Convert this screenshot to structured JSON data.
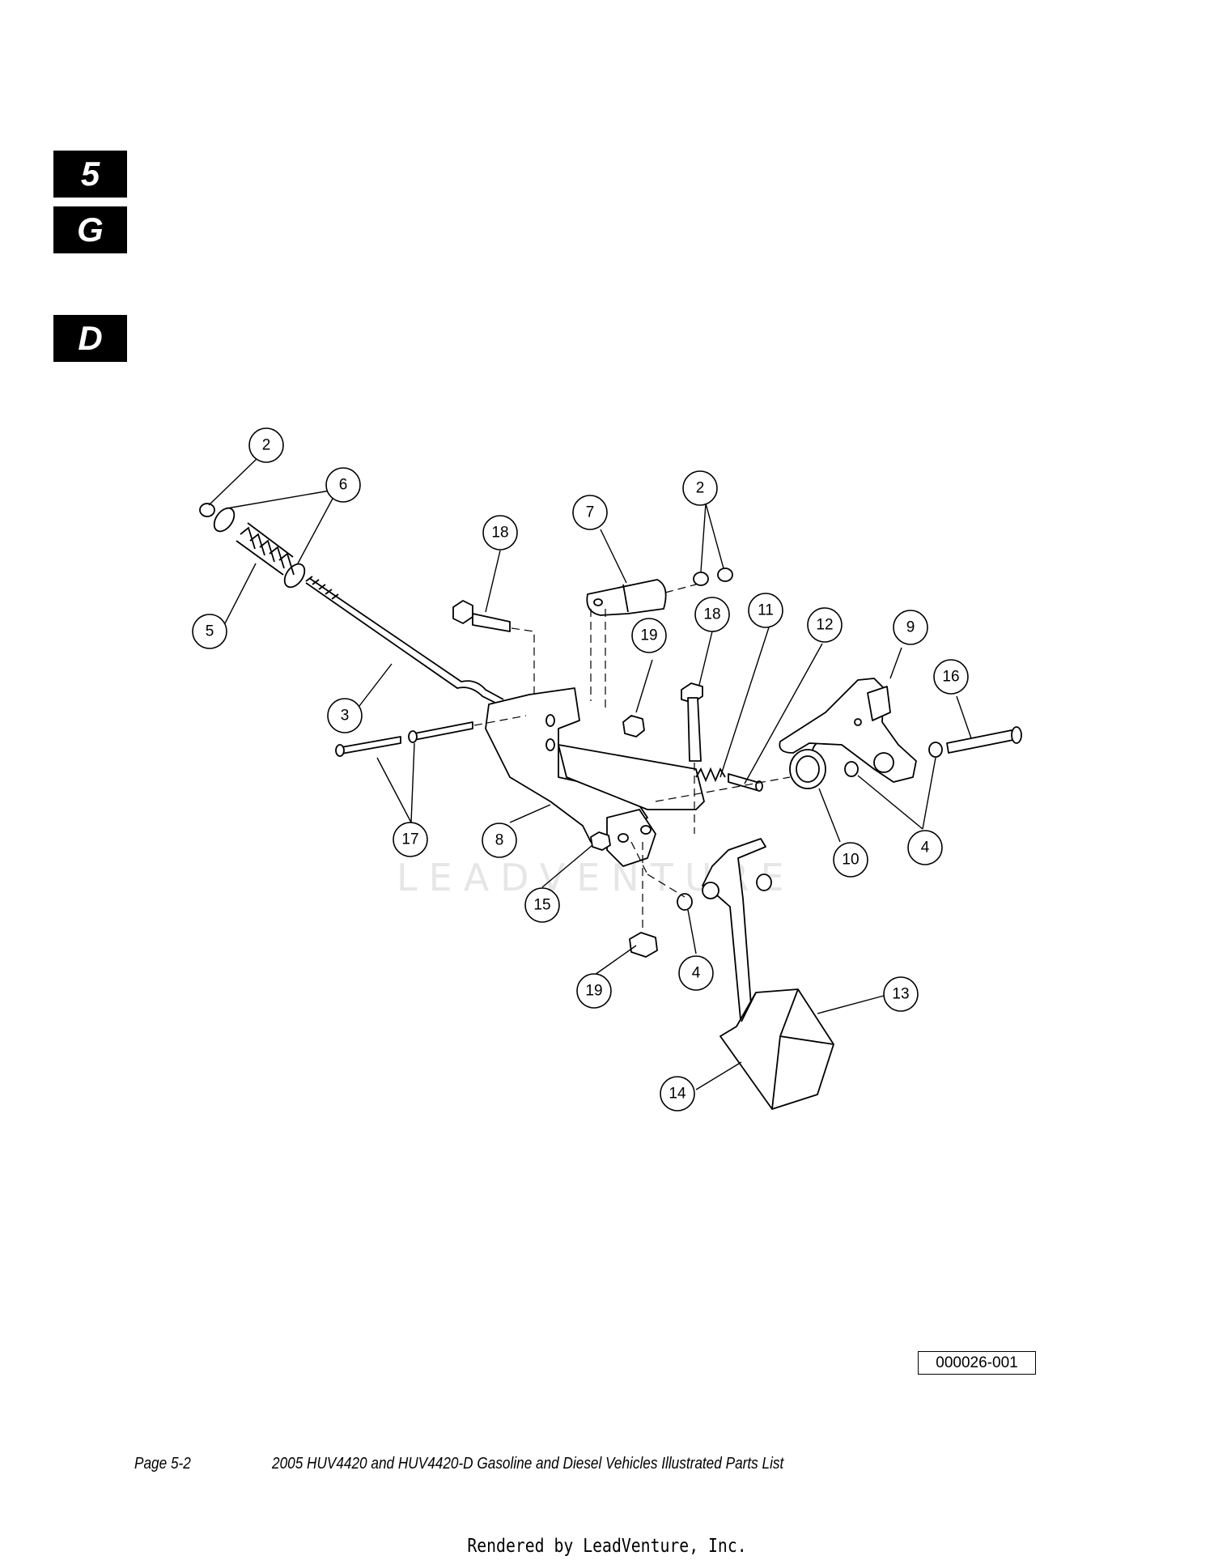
{
  "section_tabs": [
    "5",
    "G",
    "D"
  ],
  "diagram": {
    "watermark": "LEADVENTURE",
    "callouts": [
      {
        "id": "c2a",
        "label": "2"
      },
      {
        "id": "c6",
        "label": "6"
      },
      {
        "id": "c5",
        "label": "5"
      },
      {
        "id": "c3",
        "label": "3"
      },
      {
        "id": "c18a",
        "label": "18"
      },
      {
        "id": "c7",
        "label": "7"
      },
      {
        "id": "c2b",
        "label": "2"
      },
      {
        "id": "c19a",
        "label": "19"
      },
      {
        "id": "c18b",
        "label": "18"
      },
      {
        "id": "c11",
        "label": "11"
      },
      {
        "id": "c12",
        "label": "12"
      },
      {
        "id": "c9",
        "label": "9"
      },
      {
        "id": "c16",
        "label": "16"
      },
      {
        "id": "c17",
        "label": "17"
      },
      {
        "id": "c8",
        "label": "8"
      },
      {
        "id": "c10",
        "label": "10"
      },
      {
        "id": "c4a",
        "label": "4"
      },
      {
        "id": "c15",
        "label": "15"
      },
      {
        "id": "c4b",
        "label": "4"
      },
      {
        "id": "c19b",
        "label": "19"
      },
      {
        "id": "c13",
        "label": "13"
      },
      {
        "id": "c14",
        "label": "14"
      }
    ]
  },
  "figure_id": "000026-001",
  "footer": {
    "page": "Page 5-2",
    "title": "2005 HUV4420 and HUV4420-D Gasoline and Diesel Vehicles Illustrated Parts List"
  },
  "rendered_by": "Rendered by LeadVenture, Inc."
}
